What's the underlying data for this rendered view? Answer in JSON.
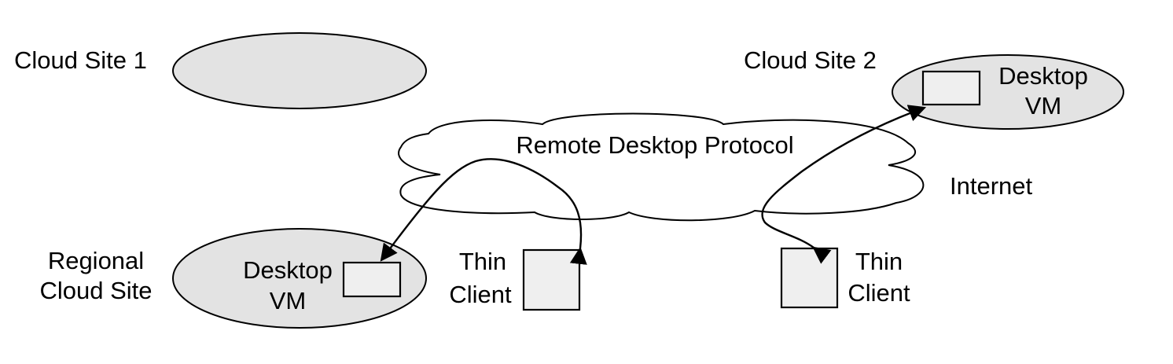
{
  "colors": {
    "site_fill": "#e3e3e3",
    "box_fill": "#efefef",
    "stroke": "#000000",
    "background": "#ffffff"
  },
  "sites": {
    "cloud_site_1": {
      "label": "Cloud Site 1"
    },
    "cloud_site_2": {
      "label": "Cloud Site 2",
      "vm_line1": "Desktop",
      "vm_line2": "VM"
    },
    "regional": {
      "label_line1": "Regional",
      "label_line2": "Cloud Site",
      "vm_line1": "Desktop",
      "vm_line2": "VM"
    }
  },
  "network": {
    "protocol_label": "Remote Desktop Protocol",
    "internet_label": "Internet"
  },
  "clients": {
    "left": {
      "line1": "Thin",
      "line2": "Client"
    },
    "right": {
      "line1": "Thin",
      "line2": "Client"
    }
  }
}
